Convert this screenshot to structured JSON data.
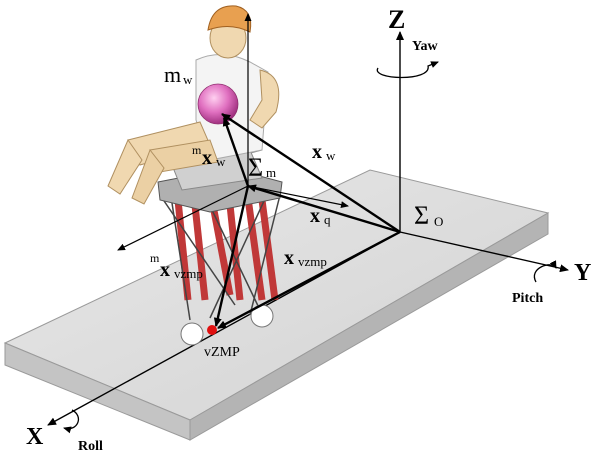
{
  "labels": {
    "axis_z": "Z",
    "yaw": "Yaw",
    "axis_y": "Y",
    "pitch": "Pitch",
    "axis_x": "X",
    "roll": "Roll",
    "sigma_o": "Σ",
    "sigma_o_sub": "O",
    "sigma_m": "Σ",
    "sigma_m_sub": "m",
    "m_w": "m",
    "m_w_sub": "w",
    "x_w": "x",
    "x_w_sub": "w",
    "m_x_w_pre": "m",
    "m_x_w": "x",
    "m_x_w_sub": "w",
    "x_q": "x",
    "x_q_sub": "q",
    "x_vzmp": "x",
    "x_vzmp_sub": "vzmp",
    "m_x_vzmp_pre": "m",
    "m_x_vzmp": "x",
    "m_x_vzmp_sub": "vzmp",
    "vzmp": "vZMP"
  },
  "colors": {
    "floor_top": "#dedede",
    "floor_side": "#bdbdbd",
    "mass_sphere": "#e070c0",
    "helmet": "#e8a050",
    "skin": "#f0d8b0",
    "shirt": "#f4f4f4",
    "chair": "#d8d8d8",
    "actuator": "#c03838",
    "vzmp_dot": "#e01010"
  }
}
